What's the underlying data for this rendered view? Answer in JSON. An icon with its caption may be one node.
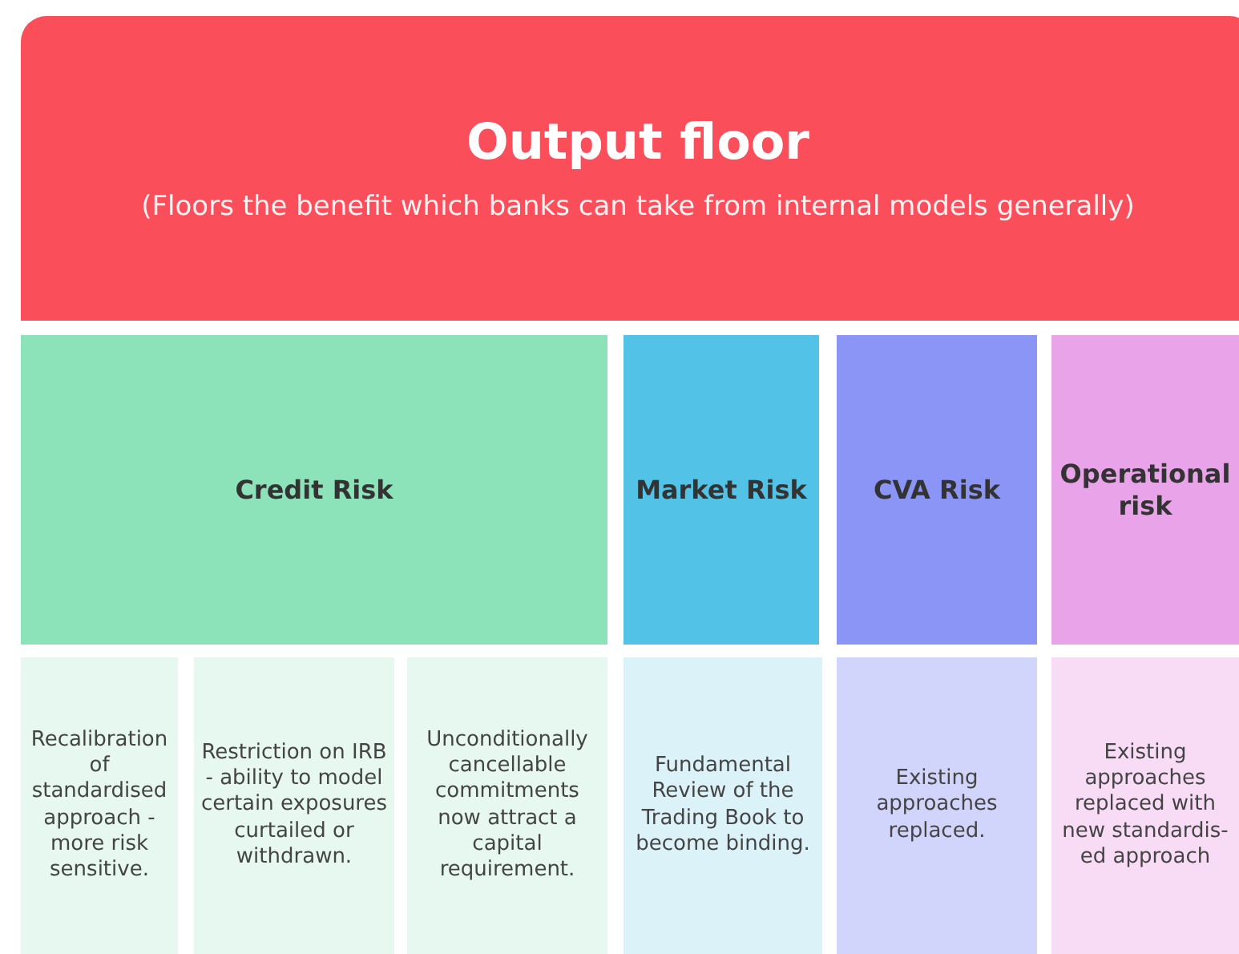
{
  "diagram": {
    "nodes": [
      {
        "text": [
          "Output floor",
          "(Floors the benefit which banks can take from internal models generally)"
        ]
      },
      {
        "text": [
          "Credit Risk"
        ]
      },
      {
        "text": [
          "Market Risk"
        ]
      },
      {
        "text": [
          "CVA Risk"
        ]
      },
      {
        "text": [
          "Operational risk"
        ]
      },
      {
        "text": [
          "Recalibration of standardised approach - more risk sensitive."
        ]
      },
      {
        "text": [
          "Restriction on IRB -  ability to model certain exposures curtailed or withdrawn."
        ]
      },
      {
        "text": [
          "Unconditionally cancellable commitments now attract a capital requirement."
        ]
      },
      {
        "text": [
          "Fundamental Review of the Trading Book to become binding."
        ]
      },
      {
        "text": [
          "Existing approaches replaced."
        ]
      },
      {
        "text": [
          "Existing approaches replaced with new standardis-ed approach"
        ]
      }
    ]
  }
}
